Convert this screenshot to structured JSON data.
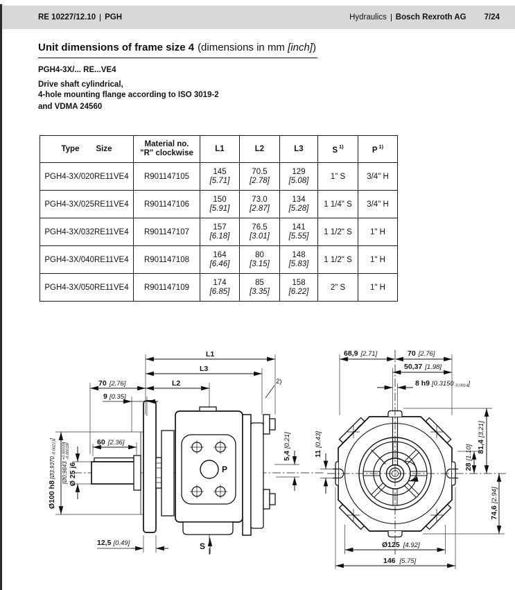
{
  "header": {
    "doc_ref": "RE 10227/12.10",
    "doc_name": "PGH",
    "brand_category": "Hydraulics",
    "brand_name": "Bosch Rexroth AG",
    "page": "7/24"
  },
  "title": {
    "main": "Unit dimensions of frame size 4",
    "suffix_pre": "(dimensions in mm",
    "suffix_italic": "[inch]",
    "suffix_post": ")"
  },
  "model_line": "PGH4-3X/... RE...VE4",
  "description": {
    "line1": "Drive shaft cylindrical,",
    "line2": "4-hole mounting flange according to ISO 3019-2",
    "line3": "and VDMA 24560"
  },
  "table": {
    "headers": {
      "type": "Type",
      "size": "Size",
      "material_line1": "Material no.",
      "material_line2": "\"R\" clockwise",
      "l1": "L1",
      "l2": "L2",
      "l3": "L3",
      "s": "S",
      "p": "P",
      "sup": "1)"
    },
    "rows": [
      {
        "type": "PGH4-3X/020RE11VE4",
        "material": "R901147105",
        "l1_mm": "145",
        "l1_in": "[5.71]",
        "l2_mm": "70.5",
        "l2_in": "[2.78]",
        "l3_mm": "129",
        "l3_in": "[5.08]",
        "s": "1\" S",
        "p": "3/4\" H"
      },
      {
        "type": "PGH4-3X/025RE11VE4",
        "material": "R901147106",
        "l1_mm": "150",
        "l1_in": "[5.91]",
        "l2_mm": "73.0",
        "l2_in": "[2.87]",
        "l3_mm": "134",
        "l3_in": "[5.28]",
        "s": "1 1/4\" S",
        "p": "3/4\" H"
      },
      {
        "type": "PGH4-3X/032RE11VE4",
        "material": "R901147107",
        "l1_mm": "157",
        "l1_in": "[6.18]",
        "l2_mm": "76.5",
        "l2_in": "[3.01]",
        "l3_mm": "141",
        "l3_in": "[5.55]",
        "s": "1 1/2\" S",
        "p": "1\" H"
      },
      {
        "type": "PGH4-3X/040RE11VE4",
        "material": "R901147108",
        "l1_mm": "164",
        "l1_in": "[6.46]",
        "l2_mm": "80",
        "l2_in": "[3.15]",
        "l3_mm": "148",
        "l3_in": "[5.83]",
        "s": "1 1/2\" S",
        "p": "1\" H"
      },
      {
        "type": "PGH4-3X/050RE11VE4",
        "material": "R901147109",
        "l1_mm": "174",
        "l1_in": "[6.85]",
        "l2_mm": "85",
        "l2_in": "[3.35]",
        "l3_mm": "158",
        "l3_in": "[6.22]",
        "s": "2\" S",
        "p": "1\" H"
      }
    ]
  },
  "drawing": {
    "left": {
      "dim_l1": "L1",
      "dim_l3": "L3",
      "dim_l2": "L2",
      "dim_70_mm": "70",
      "dim_70_in": "[2.76]",
      "dim_9_mm": "9",
      "dim_9_in": "[0.35]",
      "note_ref": "2)",
      "dim_d100_mm": "Ø100 h8",
      "dim_d100_in": "[Ø3.9370",
      "dim_d100_tol": "-0.00213",
      "dim_d100_close": "]",
      "dim_d25_mm": "Ø 25 j6",
      "dim_d25_in": "[Ø0.9843",
      "dim_d25_tol_plus": "+0.00035",
      "dim_d25_tol_minus": "-0.00016",
      "dim_d25_close": "]",
      "dim_60_mm": "60",
      "dim_60_in": "[2.36]",
      "dim_125_mm": "12,5",
      "dim_125_in": "[0.49]",
      "dim_54_mm": "5,4",
      "dim_54_in": "[0.21]",
      "port_p": "P",
      "port_s": "S"
    },
    "right": {
      "dim_689_mm": "68,9",
      "dim_689_in": "[2.71]",
      "dim_70_mm": "70",
      "dim_70_in": "[2.76]",
      "dim_5037_mm": "50,37",
      "dim_5037_in": "[1.98]",
      "dim_8h9_mm": "8 h9",
      "dim_8h9_in": "[0.3150",
      "dim_8h9_tol": "-0.0014",
      "dim_8h9_close": "]",
      "dim_11_mm": "11",
      "dim_11_in": "[0.43]",
      "dim_28_mm": "28",
      "dim_28_in": "[1.10]",
      "dim_814_mm": "81,4",
      "dim_814_in": "[3.21]",
      "dim_746_mm": "74,6",
      "dim_746_in": "[2.94]",
      "dim_d125_mm": "Ø125",
      "dim_d125_in": "[4.92]",
      "dim_146_mm": "146",
      "dim_146_in": "[5.75]"
    }
  }
}
